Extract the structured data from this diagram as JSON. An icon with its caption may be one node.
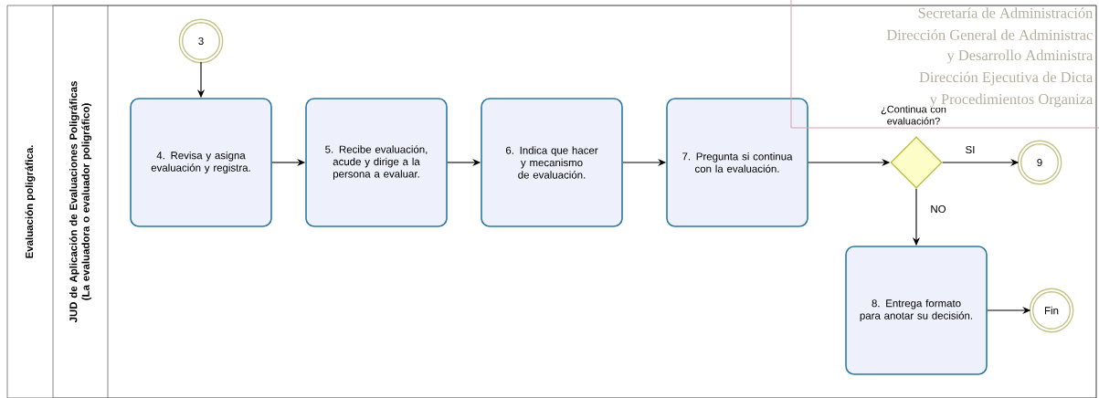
{
  "diagram": {
    "nodes": [
      {
        "text": [
          "Evaluación poligráfica."
        ]
      },
      {
        "text": [
          "JUD de Aplicación de Evaluaciones Poligráficas (La evaluadora o evaluador poligráfico)"
        ],
        "in": 0
      },
      {
        "text": [
          "3"
        ],
        "in": 1
      },
      {
        "text": [
          "4. Revisa  y asigna evaluación y registra."
        ],
        "in": 1
      },
      {
        "text": [
          "5. Recibe evaluación, acude y dirige a la persona a evaluar."
        ],
        "in": 1
      },
      {
        "text": [
          "6. Indica que hacer y mecanismo de evaluación."
        ],
        "in": 1
      },
      {
        "text": [
          "7. Pregunta si continua con la evaluación."
        ],
        "in": 1
      },
      {
        "text": [
          "¿Continua con evaluación?"
        ],
        "in": 1
      },
      {
        "text": [
          "9"
        ],
        "in": 1
      },
      {
        "text": [
          "8. Entrega formato para anotar su decisión."
        ],
        "in": 1
      },
      {
        "text": [
          "Fin"
        ],
        "in": 1
      }
    ],
    "edges": [
      {
        "from": 2,
        "to": 3,
        "arrow": "to"
      },
      {
        "from": 3,
        "to": 4,
        "arrow": "to"
      },
      {
        "from": 4,
        "to": 5,
        "arrow": "to"
      },
      {
        "from": 5,
        "to": 6,
        "arrow": "to"
      },
      {
        "from": 6,
        "to": 7,
        "arrow": "to"
      },
      {
        "from": 7,
        "to": 8,
        "arrow": "to",
        "label": "SI"
      },
      {
        "from": 7,
        "to": 9,
        "arrow": "to",
        "label": "NO"
      },
      {
        "from": 9,
        "to": 10,
        "arrow": "to"
      }
    ],
    "labels": [
      "Secretaría  de Administración",
      "Dirección General de Administrac",
      "y Desarrollo Administra",
      "Dirección Ejecutiva de Dicta",
      "y Procedimientos Organiza"
    ]
  }
}
